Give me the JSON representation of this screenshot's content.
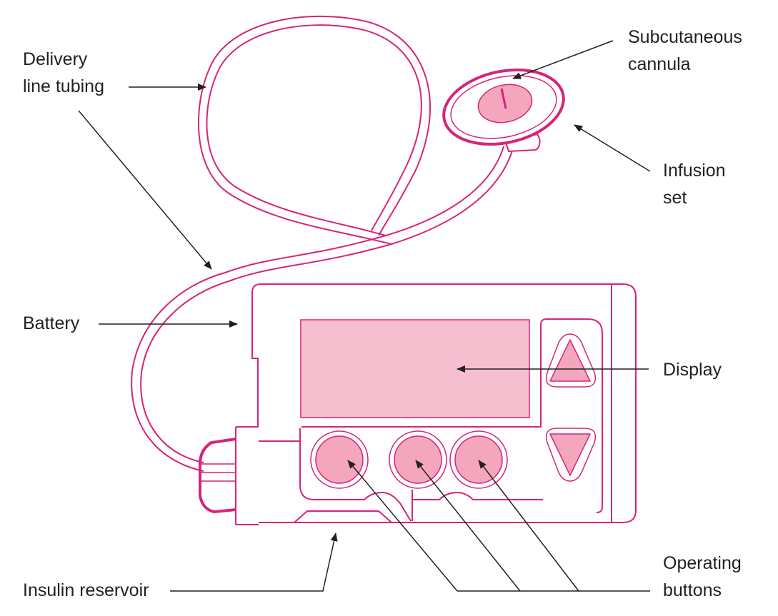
{
  "labels": {
    "delivery_tubing": [
      "Delivery",
      "line tubing"
    ],
    "subcutaneous_cannula": [
      "Subcutaneous",
      "cannula"
    ],
    "infusion_set": [
      "Infusion",
      "set"
    ],
    "battery": "Battery",
    "display": "Display",
    "insulin_reservoir": "Insulin reservoir",
    "operating_buttons": [
      "Operating",
      "buttons"
    ]
  },
  "colors": {
    "outline": "#d6247a",
    "fill_light": "#f6bfcf",
    "fill_button": "#f4a6bd",
    "arrow": "#231f20",
    "text": "#231f20"
  }
}
